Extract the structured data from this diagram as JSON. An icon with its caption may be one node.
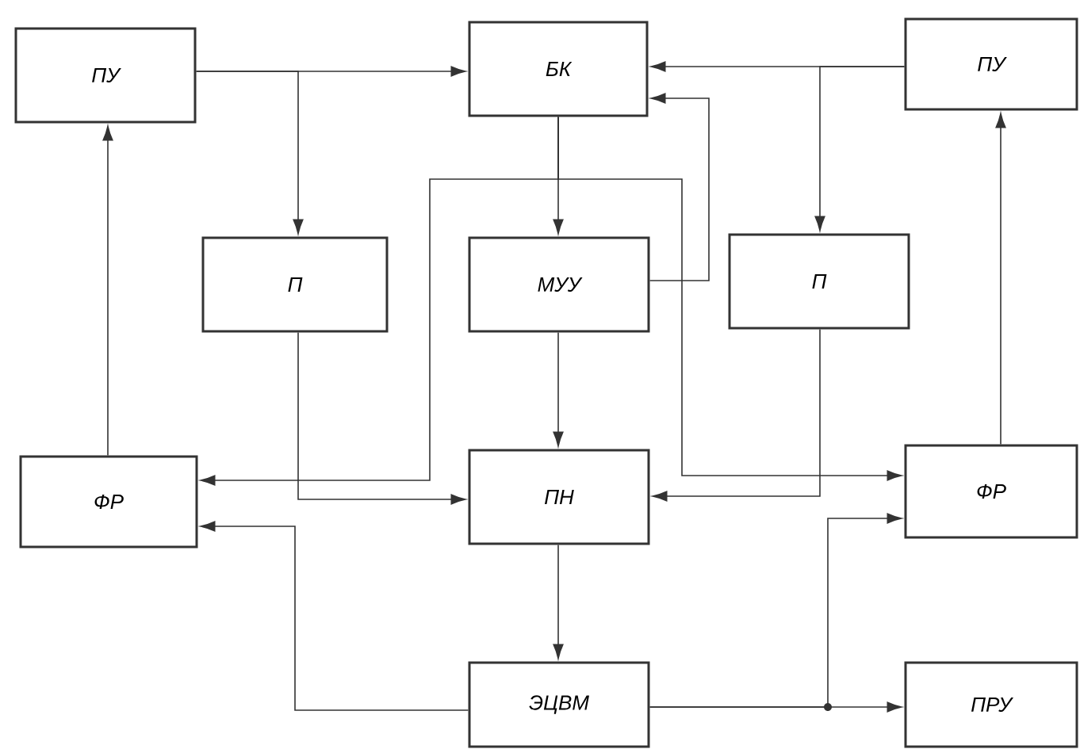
{
  "diagram": {
    "nodes": [
      {
        "text": [
          "ПУ"
        ]
      },
      {
        "text": [
          "БК"
        ]
      },
      {
        "text": [
          "ПУ"
        ]
      },
      {
        "text": [
          "П"
        ]
      },
      {
        "text": [
          "МУУ"
        ]
      },
      {
        "text": [
          "П"
        ]
      },
      {
        "text": [
          "ФР"
        ]
      },
      {
        "text": [
          "ПН"
        ]
      },
      {
        "text": [
          "ФР"
        ]
      },
      {
        "text": [
          "ЭЦВМ"
        ]
      },
      {
        "text": [
          "ПРУ"
        ]
      }
    ],
    "edges": [
      {
        "from": 0,
        "to": 1,
        "arrow": "to"
      },
      {
        "from": 0,
        "to": 3,
        "arrow": "to"
      },
      {
        "from": 2,
        "to": 1,
        "arrow": "to"
      },
      {
        "from": 2,
        "to": 5,
        "arrow": "to"
      },
      {
        "from": 1,
        "to": 4,
        "arrow": "to"
      },
      {
        "from": 4,
        "to": 1,
        "arrow": "to"
      },
      {
        "from": 1,
        "to": 6,
        "arrow": "to"
      },
      {
        "from": 1,
        "to": 8,
        "arrow": "to"
      },
      {
        "from": 3,
        "to": 7,
        "arrow": "to"
      },
      {
        "from": 5,
        "to": 7,
        "arrow": "to"
      },
      {
        "from": 4,
        "to": 7,
        "arrow": "to"
      },
      {
        "from": 7,
        "to": 9,
        "arrow": "to"
      },
      {
        "from": 9,
        "to": 6,
        "arrow": "to"
      },
      {
        "from": 9,
        "to": 10,
        "arrow": "to"
      },
      {
        "from": 9,
        "to": 8,
        "arrow": "to"
      },
      {
        "from": 6,
        "to": 0,
        "arrow": "to"
      },
      {
        "from": 8,
        "to": 2,
        "arrow": "to"
      }
    ]
  }
}
